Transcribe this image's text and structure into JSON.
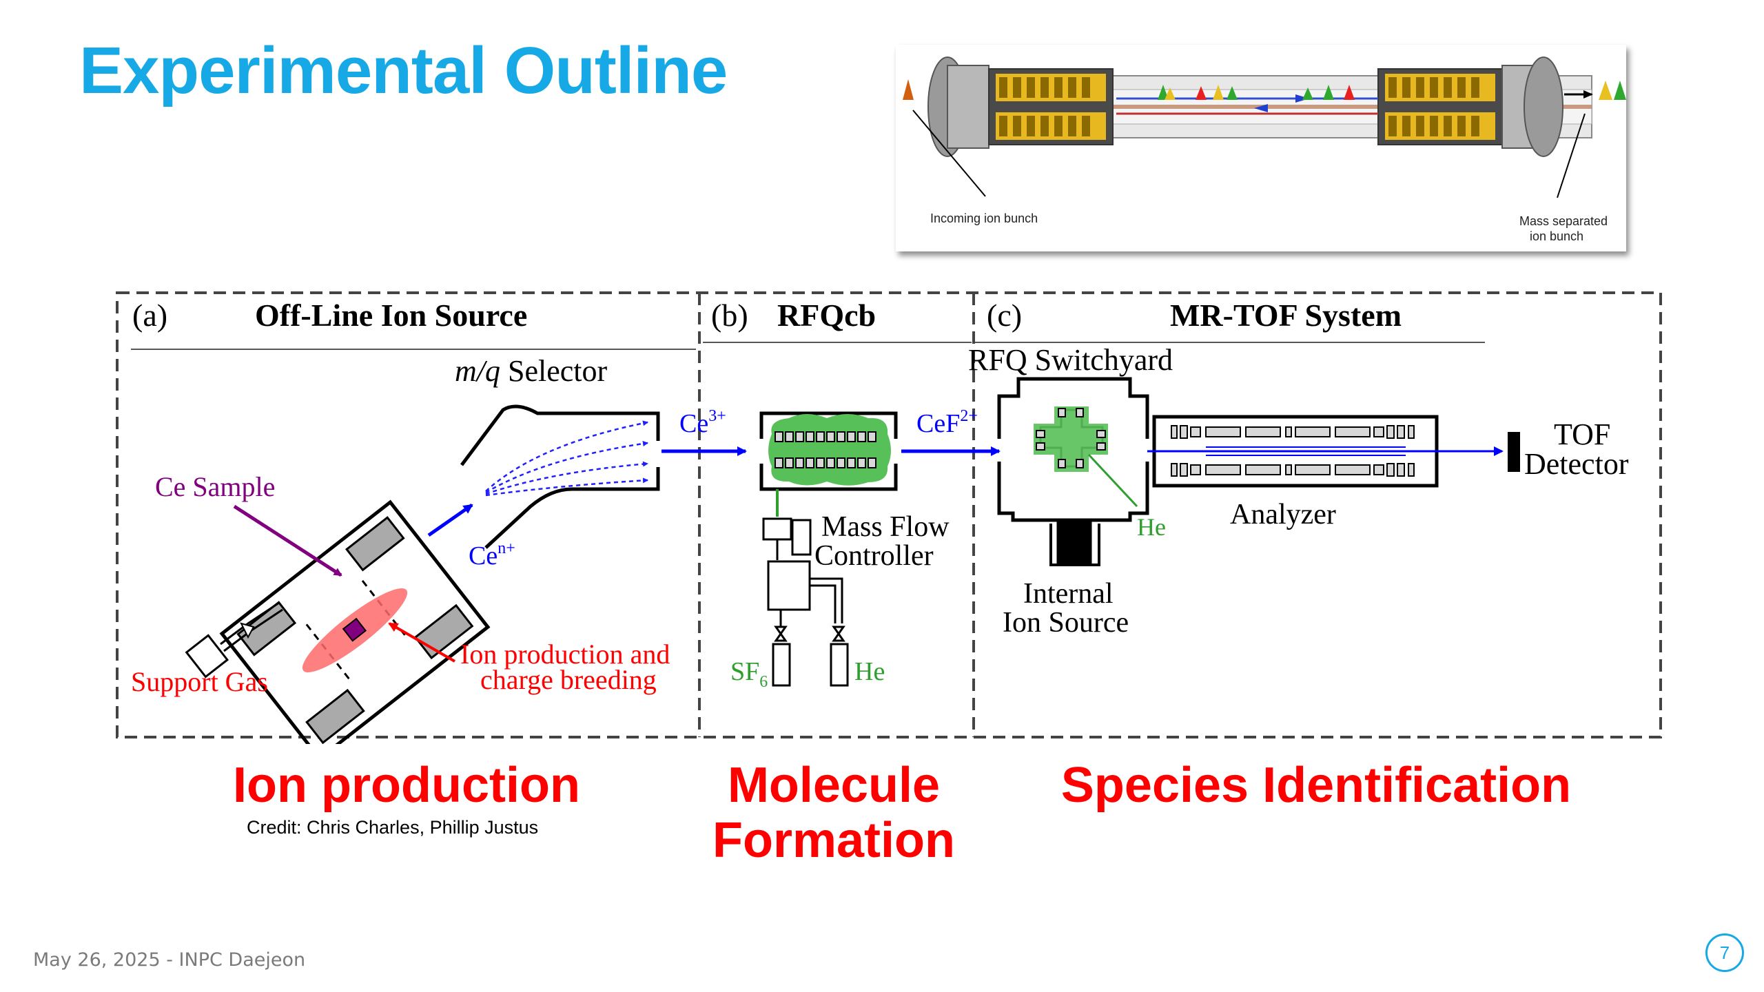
{
  "slide": {
    "title": "Experimental Outline",
    "footer": "May 26, 2025 - INPC Daejeon",
    "page_number": "7",
    "credit": "Credit: Chris Charles, Phillip Justus"
  },
  "trap_image": {
    "incoming_label": "Incoming ion bunch",
    "separated_label_line1": "Mass separated",
    "separated_label_line2": "ion bunch"
  },
  "diagram": {
    "panel_a": {
      "letter": "(a)",
      "heading": "Off-Line Ion Source",
      "selector_italic": "m/q",
      "selector_rest": " Selector",
      "ce_sample": "Ce Sample",
      "cen_base": "Ce",
      "cen_sup": "n+",
      "support_gas": "Support Gas",
      "ion_prod_line1": "Ion production and",
      "ion_prod_line2": "charge breeding"
    },
    "panel_b": {
      "letter": "(b)",
      "heading": "RFQcb",
      "ce3_base": "Ce",
      "ce3_sup": "3+",
      "mfc_line1": "Mass Flow",
      "mfc_line2": "Controller",
      "sf6_base": "SF",
      "sf6_sub": "6",
      "he": "He"
    },
    "panel_c": {
      "letter": "(c)",
      "heading": "MR-TOF System",
      "cef_base": "CeF",
      "cef_sup": "2+",
      "switchyard": "RFQ Switchyard",
      "he": "He",
      "analyzer": "Analyzer",
      "internal_line1": "Internal",
      "internal_line2": "Ion Source",
      "tof_line1": "TOF",
      "tof_line2": "Detector"
    }
  },
  "stages": {
    "ion_production": "Ion production",
    "molecule_line1": "Molecule",
    "molecule_line2": "Formation",
    "species": "Species Identification"
  },
  "colors": {
    "title": "#16a9e6",
    "stage_labels": "#ff0000",
    "beam_arrow": "#0000ff",
    "sample": "#800080",
    "gas_green": "#2e9e2e"
  }
}
